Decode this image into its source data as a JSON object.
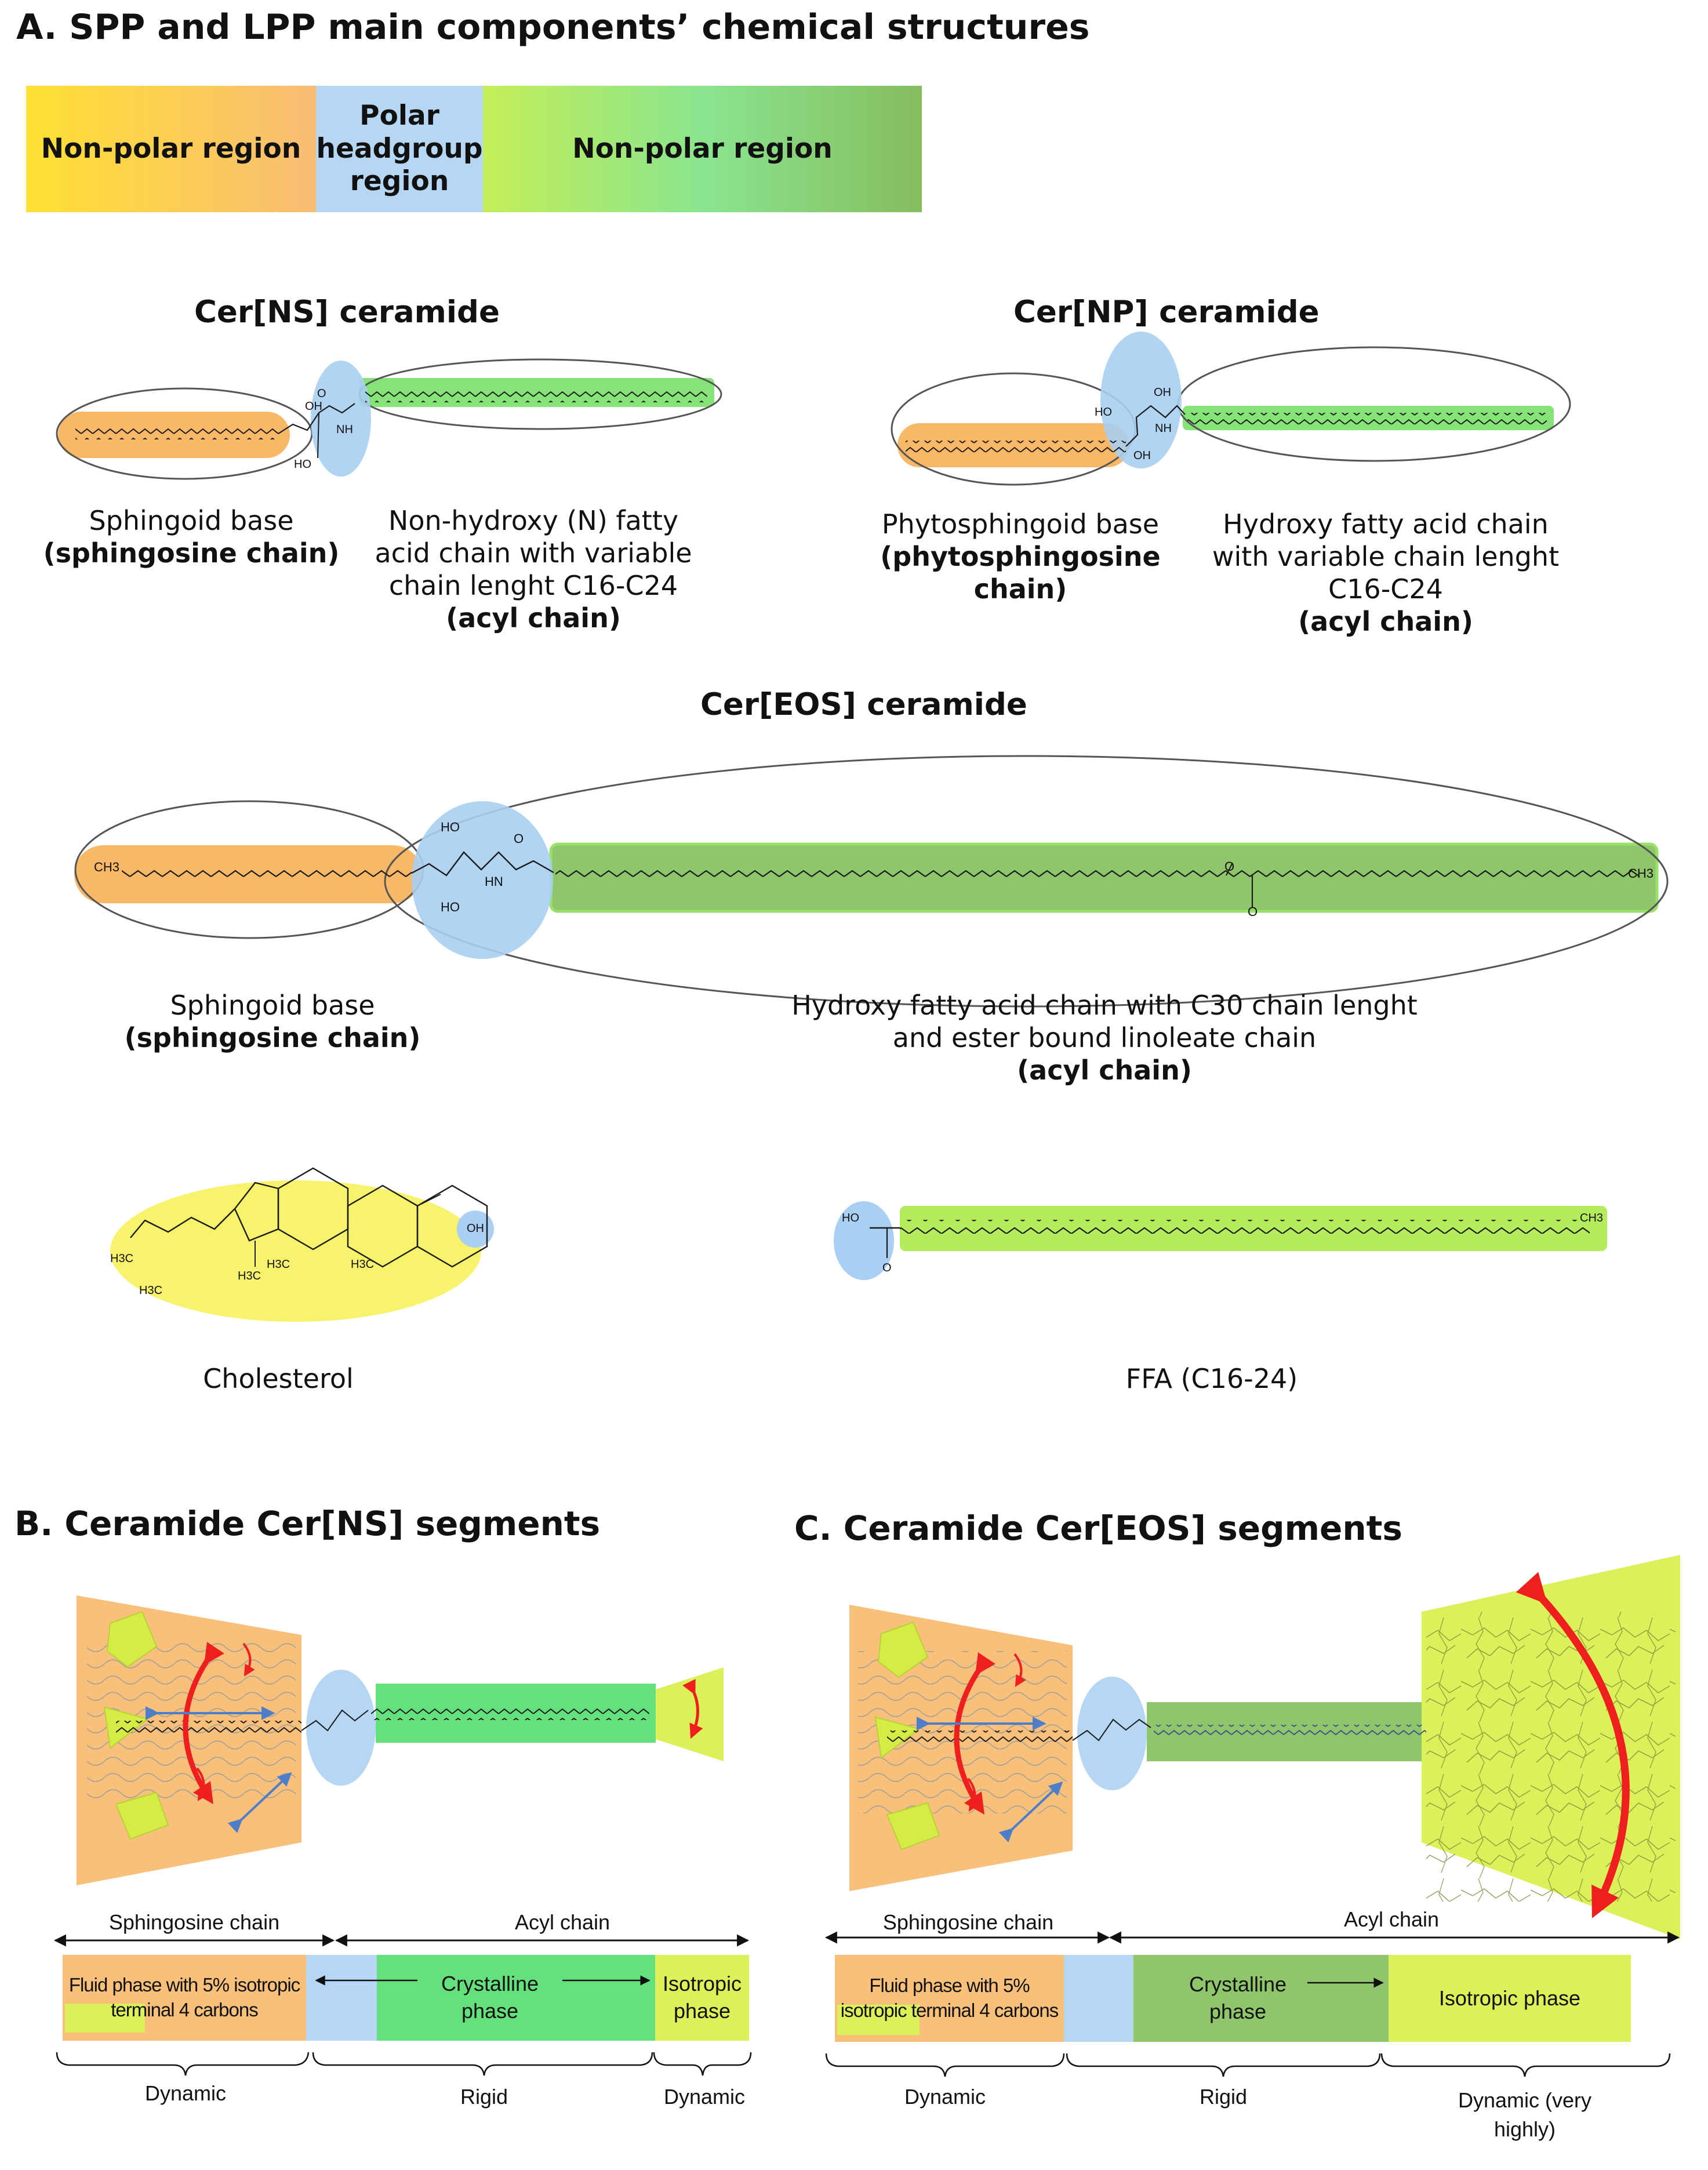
{
  "panel_a": {
    "title": "A. SPP and LPP main components’ chemical structures",
    "legend": {
      "left": "Non-polar region",
      "middle": "Polar headgroup region",
      "right": "Non-polar region"
    },
    "cer_ns": {
      "title": "Cer[NS] ceramide",
      "left_caption_1": "Sphingoid base",
      "left_caption_2": "(sphingosine chain)",
      "right_caption_1": "Non-hydroxy (N) fatty acid chain with variable chain lenght C16-C24",
      "right_caption_2": "(acyl chain)"
    },
    "cer_np": {
      "title": "Cer[NP] ceramide",
      "left_caption_1": "Phytosphingoid base",
      "left_caption_2": "(phytosphingosine chain)",
      "right_caption_1": "Hydroxy fatty acid chain with variable chain lenght C16-C24",
      "right_caption_2": "(acyl chain)"
    },
    "cer_eos": {
      "title": "Cer[EOS] ceramide",
      "left_caption_1": "Sphingoid base",
      "left_caption_2": "(sphingosine chain)",
      "right_caption_1": "Hydroxy fatty acid chain with C30 chain lenght and ester bound linoleate chain",
      "right_caption_2": "(acyl chain)"
    },
    "cholesterol": {
      "caption": "Cholesterol"
    },
    "ffa": {
      "caption": "FFA (C16-24)"
    },
    "atoms": {
      "oh": "OH",
      "ho": "HO",
      "nh": "NH",
      "o": "O",
      "hn": "HN",
      "ch3": "CH3",
      "h3c": "H3C"
    }
  },
  "panel_b": {
    "title": "B. Ceramide Cer[NS] segments",
    "sphingosine_label": "Sphingosine  chain",
    "acyl_label": "Acyl chain",
    "phase_fluid": "Fluid phase with 5% isotropic terminal 4 carbons",
    "phase_crystalline": "Crystalline phase",
    "phase_isotropic": "Isotropic phase",
    "dyn_left": "Dynamic",
    "rigid": "Rigid",
    "dyn_right": "Dynamic"
  },
  "panel_c": {
    "title": "C. Ceramide Cer[EOS] segments",
    "sphingosine_label": "Sphingosine  chain",
    "acyl_label": "Acyl chain",
    "phase_fluid": "Fluid phase with 5% isotropic terminal 4 carbons",
    "phase_crystalline": "Crystalline phase",
    "phase_isotropic": "Isotropic phase",
    "dyn_left": "Dynamic",
    "rigid": "Rigid",
    "dyn_right": "Dynamic (very highly)"
  },
  "colors": {
    "orange": "#f8be6e",
    "yellow_start": "#ffe033",
    "blue": "#b5d7f4",
    "light_green": "#b3ee5a",
    "green": "#82e282",
    "dark_green": "#8fc56b",
    "lime": "#dcf05a",
    "yellow": "#f7f36c",
    "red": "#ee2222",
    "arrow_blue": "#4f7ec9"
  }
}
